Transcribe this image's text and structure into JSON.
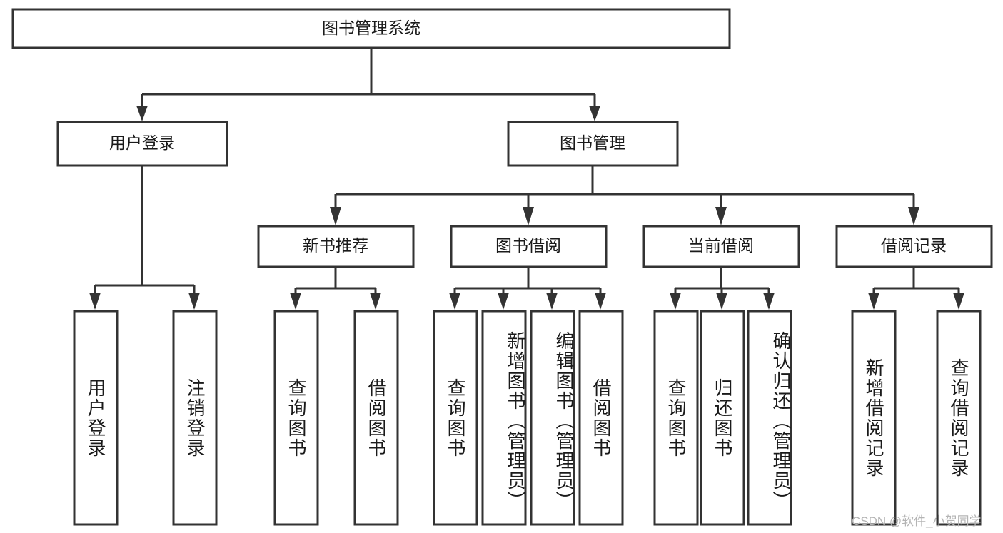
{
  "diagram": {
    "title": "图书管理系统",
    "type": "tree-hierarchy",
    "watermark": "CSDN @软件_小贺同学",
    "colors": {
      "stroke": "#333333",
      "box_fill": "#ffffff",
      "text": "#1a1a1a",
      "watermark": "#b4b4b4",
      "background": "#ffffff"
    },
    "root": {
      "label": "图书管理系统"
    },
    "level2": [
      {
        "id": "user-login",
        "label": "用户登录"
      },
      {
        "id": "book-management",
        "label": "图书管理"
      }
    ],
    "level3": [
      {
        "id": "new-book-recommend",
        "label": "新书推荐"
      },
      {
        "id": "book-borrow",
        "label": "图书借阅"
      },
      {
        "id": "current-borrow",
        "label": "当前借阅"
      },
      {
        "id": "borrow-record",
        "label": "借阅记录"
      }
    ],
    "leaves": {
      "user_login": [
        {
          "id": "leaf-user-login",
          "label": "用户登录"
        },
        {
          "id": "leaf-logout-login",
          "label": "注销登录"
        }
      ],
      "new_book_recommend": [
        {
          "id": "leaf-query-book-1",
          "label": "查询图书"
        },
        {
          "id": "leaf-borrow-book-1",
          "label": "借阅图书"
        }
      ],
      "book_borrow": [
        {
          "id": "leaf-query-book-2",
          "label": "查询图书"
        },
        {
          "id": "leaf-add-book",
          "label": "新增图书（管理员）"
        },
        {
          "id": "leaf-edit-book",
          "label": "编辑图书（管理员）"
        },
        {
          "id": "leaf-borrow-book-2",
          "label": "借阅图书"
        }
      ],
      "current_borrow": [
        {
          "id": "leaf-query-book-3",
          "label": "查询图书"
        },
        {
          "id": "leaf-return-book",
          "label": "归还图书"
        },
        {
          "id": "leaf-confirm-return",
          "label": "确认归还（管理员）"
        }
      ],
      "borrow_record": [
        {
          "id": "leaf-add-record",
          "label": "新增借阅记录"
        },
        {
          "id": "leaf-query-record",
          "label": "查询借阅记录"
        }
      ]
    }
  }
}
